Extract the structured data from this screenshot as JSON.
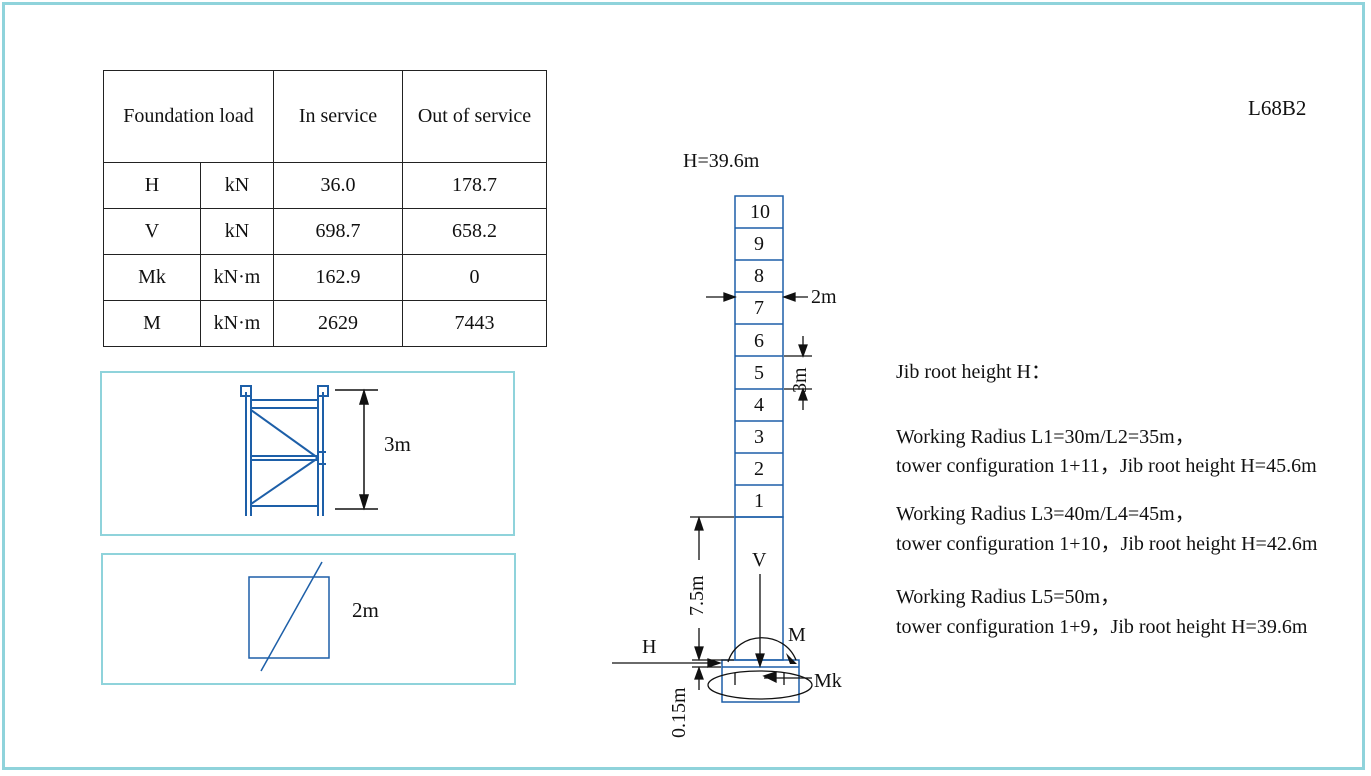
{
  "model": "L68B2",
  "table": {
    "header": {
      "load": "Foundation load",
      "in_service": "In service",
      "out_service": "Out of service"
    },
    "rows": [
      {
        "symbol": "H",
        "unit": "kN",
        "in_service": "36.0",
        "out_service": "178.7"
      },
      {
        "symbol": "V",
        "unit": "kN",
        "in_service": "698.7",
        "out_service": "658.2"
      },
      {
        "symbol": "Mk",
        "unit": "kN·m",
        "in_service": "162.9",
        "out_service": "0"
      },
      {
        "symbol": "M",
        "unit": "kN·m",
        "in_service": "2629",
        "out_service": "7443"
      }
    ]
  },
  "section_panel": {
    "height_label": "3m"
  },
  "plan_panel": {
    "width_label": "2m"
  },
  "tower": {
    "height_label": "H=39.6m",
    "sections": [
      "10",
      "9",
      "8",
      "7",
      "6",
      "5",
      "4",
      "3",
      "2",
      "1"
    ],
    "width_label": "2m",
    "section_height_label": "3m",
    "base_height_label": "7.5m",
    "foot_label": "0.15m",
    "force_labels": {
      "v": "V",
      "h": "H",
      "m": "M",
      "mk": "Mk"
    }
  },
  "notes": {
    "title": "Jib root height H：",
    "configs": [
      {
        "line1": "Working Radius L1=30m/L2=35m，",
        "line2": "tower configuration 1+11，Jib root height H=45.6m"
      },
      {
        "line1": "Working Radius L3=40m/L4=45m，",
        "line2": "tower configuration 1+10，Jib root height H=42.6m"
      },
      {
        "line1": "Working Radius L5=50m，",
        "line2": "tower configuration 1+9，Jib root height H=39.6m"
      }
    ]
  },
  "colors": {
    "frame": "#8fd3db",
    "drawing": "#1d5fa8",
    "ink": "#111111"
  }
}
